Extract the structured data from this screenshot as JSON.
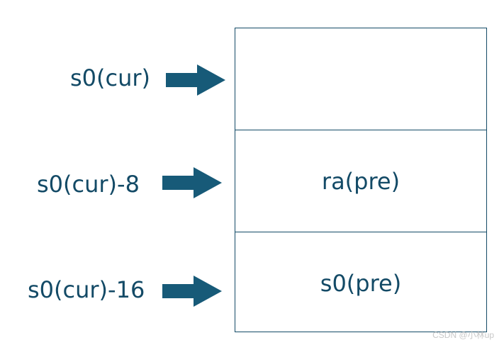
{
  "diagram": {
    "pointers": [
      {
        "label": "s0(cur)"
      },
      {
        "label": "s0(cur)-8"
      },
      {
        "label": "s0(cur)-16"
      }
    ],
    "stack_cells": [
      {
        "text": ""
      },
      {
        "text": "ra(pre)"
      },
      {
        "text": "s0(pre)"
      }
    ],
    "colors": {
      "arrow": "#175a78",
      "text": "#134a66",
      "border": "#134a66"
    },
    "watermark": "CSDN @小林up"
  }
}
